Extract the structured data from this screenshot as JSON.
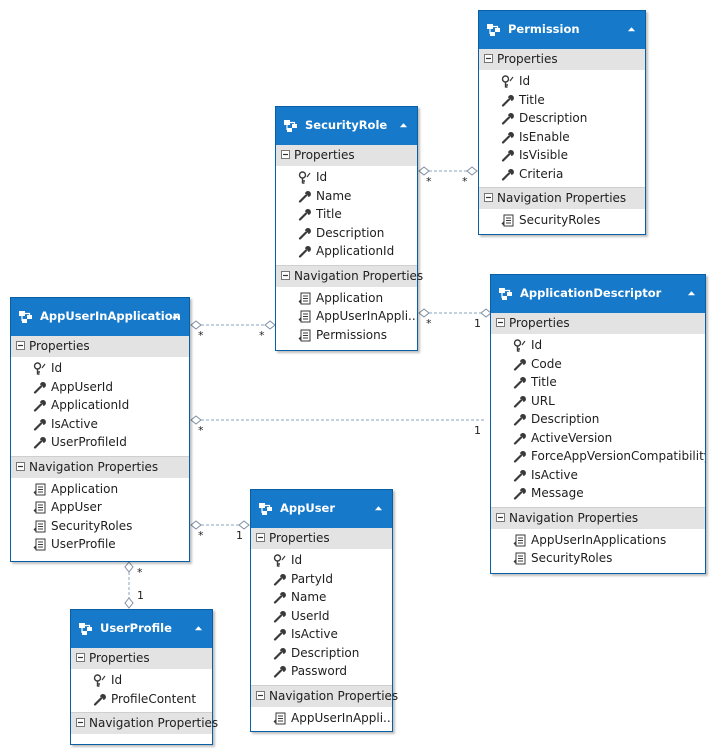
{
  "icons": {
    "entity": "entity-icon",
    "collapse": "chevron-up-icon",
    "section_toggle": "minus-box-icon",
    "key_property": "key-icon",
    "property": "wrench-icon",
    "navigation_property": "navigation-property-icon"
  },
  "colors": {
    "header": "#1679c9",
    "section": "#e3e3e3",
    "connector": "#8aa3bd"
  },
  "multiplicity": {
    "many": "*",
    "one": "1"
  },
  "entities": {
    "security_role": {
      "title": "SecurityRole",
      "properties_label": "Properties",
      "navigation_label": "Navigation Properties",
      "properties": [
        "Id",
        "Name",
        "Title",
        "Description",
        "ApplicationId"
      ],
      "navigation": [
        "Application",
        "AppUserInAppli...",
        "Permissions"
      ]
    },
    "permission": {
      "title": "Permission",
      "properties_label": "Properties",
      "navigation_label": "Navigation Properties",
      "properties": [
        "Id",
        "Title",
        "Description",
        "IsEnable",
        "IsVisible",
        "Criteria"
      ],
      "navigation": [
        "SecurityRoles"
      ]
    },
    "app_user_in_application": {
      "title": "AppUserInApplication",
      "properties_label": "Properties",
      "navigation_label": "Navigation Properties",
      "properties": [
        "Id",
        "AppUserId",
        "ApplicationId",
        "IsActive",
        "UserProfileId"
      ],
      "navigation": [
        "Application",
        "AppUser",
        "SecurityRoles",
        "UserProfile"
      ]
    },
    "application_descriptor": {
      "title": "ApplicationDescriptor",
      "properties_label": "Properties",
      "navigation_label": "Navigation Properties",
      "properties": [
        "Id",
        "Code",
        "Title",
        "URL",
        "Description",
        "ActiveVersion",
        "ForceAppVersionCompatibility",
        "IsActive",
        "Message"
      ],
      "navigation": [
        "AppUserInApplications",
        "SecurityRoles"
      ]
    },
    "app_user": {
      "title": "AppUser",
      "properties_label": "Properties",
      "navigation_label": "Navigation Properties",
      "properties": [
        "Id",
        "PartyId",
        "Name",
        "UserId",
        "IsActive",
        "Description",
        "Password"
      ],
      "navigation": [
        "AppUserInAppli..."
      ]
    },
    "user_profile": {
      "title": "UserProfile",
      "properties_label": "Properties",
      "navigation_label": "Navigation Properties",
      "properties": [
        "Id",
        "ProfileContent"
      ],
      "navigation": []
    }
  }
}
